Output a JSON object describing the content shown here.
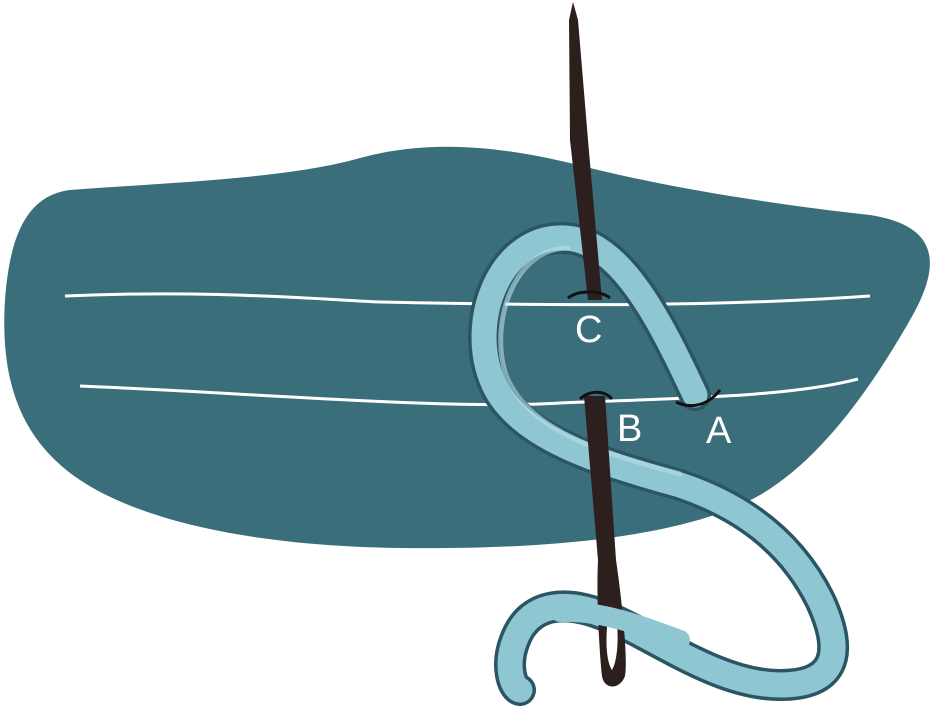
{
  "colors": {
    "background": "#ffffff",
    "fabric": "#3b6e7b",
    "guide_line": "#ffffff",
    "thread": "#8ec6d2",
    "thread_outline": "#2c5563",
    "needle": "#2e1f1f",
    "stitch_mark": "#111111",
    "label": "#ffffff"
  },
  "labels": {
    "c": "C",
    "b": "B",
    "a": "A"
  }
}
